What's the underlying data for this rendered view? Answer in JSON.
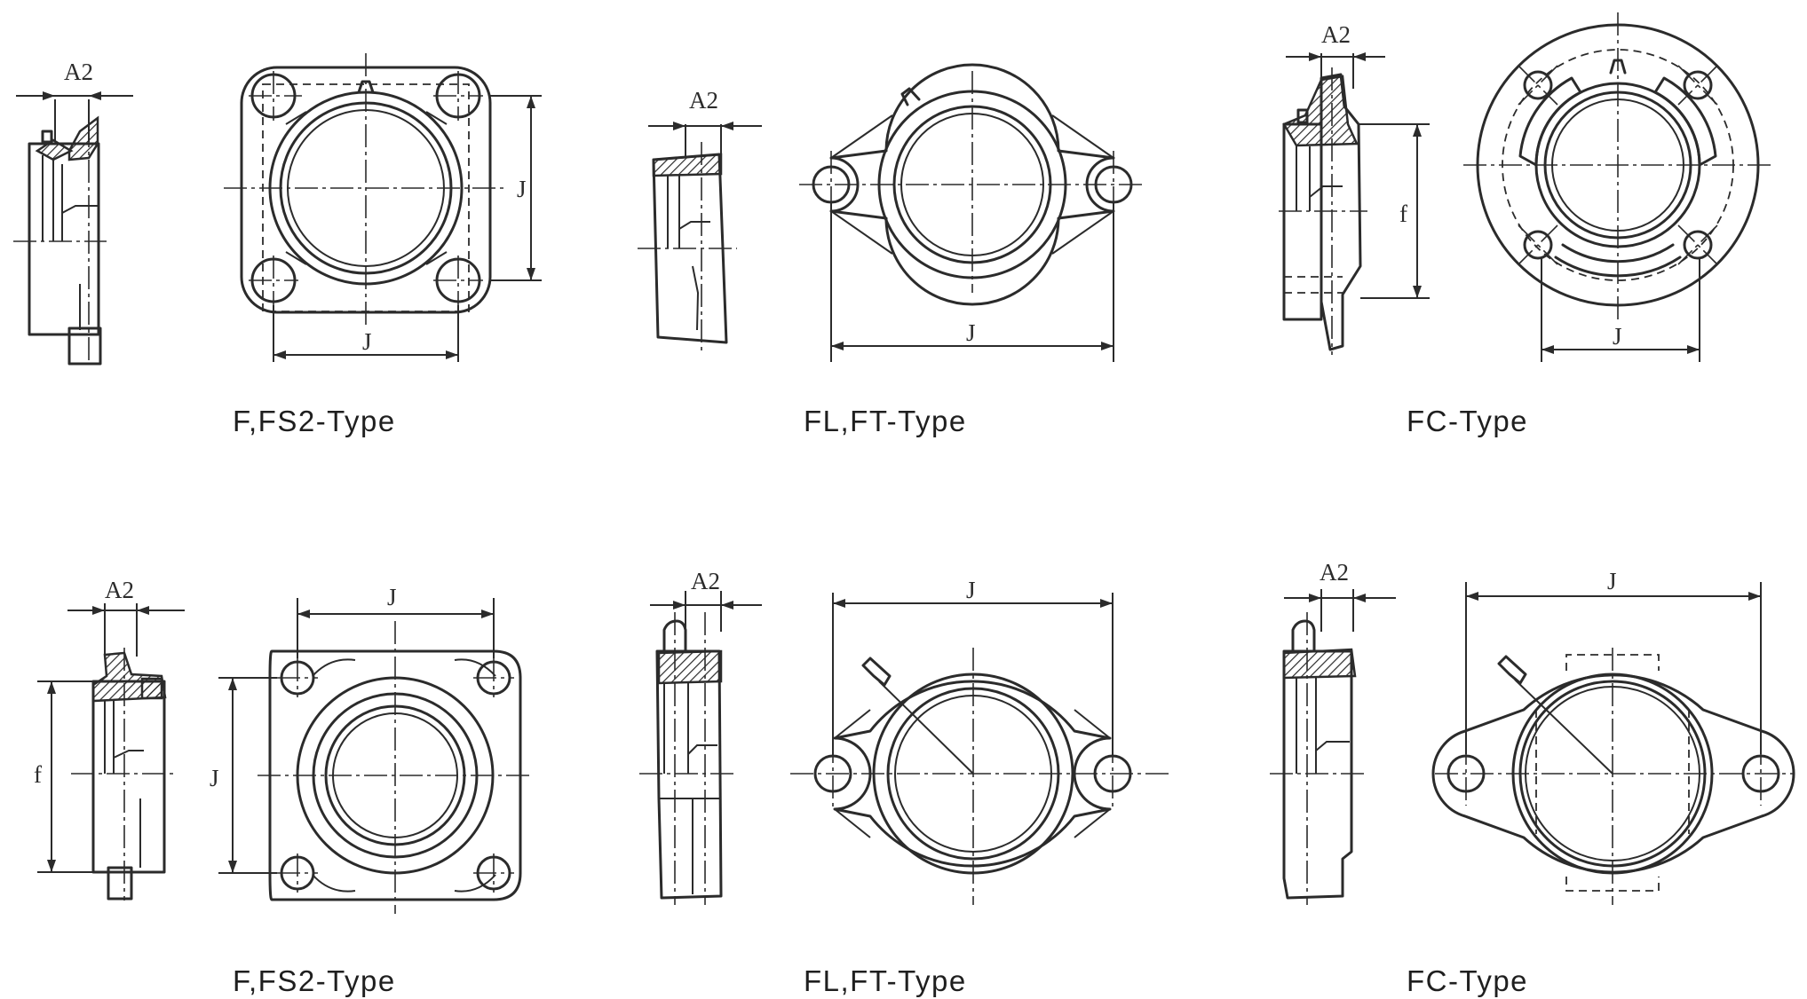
{
  "dimension_labels": {
    "a2": "A2",
    "j": "J",
    "f": "f"
  },
  "captions": {
    "top_left": "F,FS2-Type",
    "top_middle": "FL,FT-Type",
    "top_right": "FC-Type",
    "bottom_left": "F,FS2-Type",
    "bottom_middle": "FL,FT-Type",
    "bottom_right": "FC-Type"
  },
  "colors": {
    "line": "#2b2b2b",
    "background": "#ffffff"
  }
}
